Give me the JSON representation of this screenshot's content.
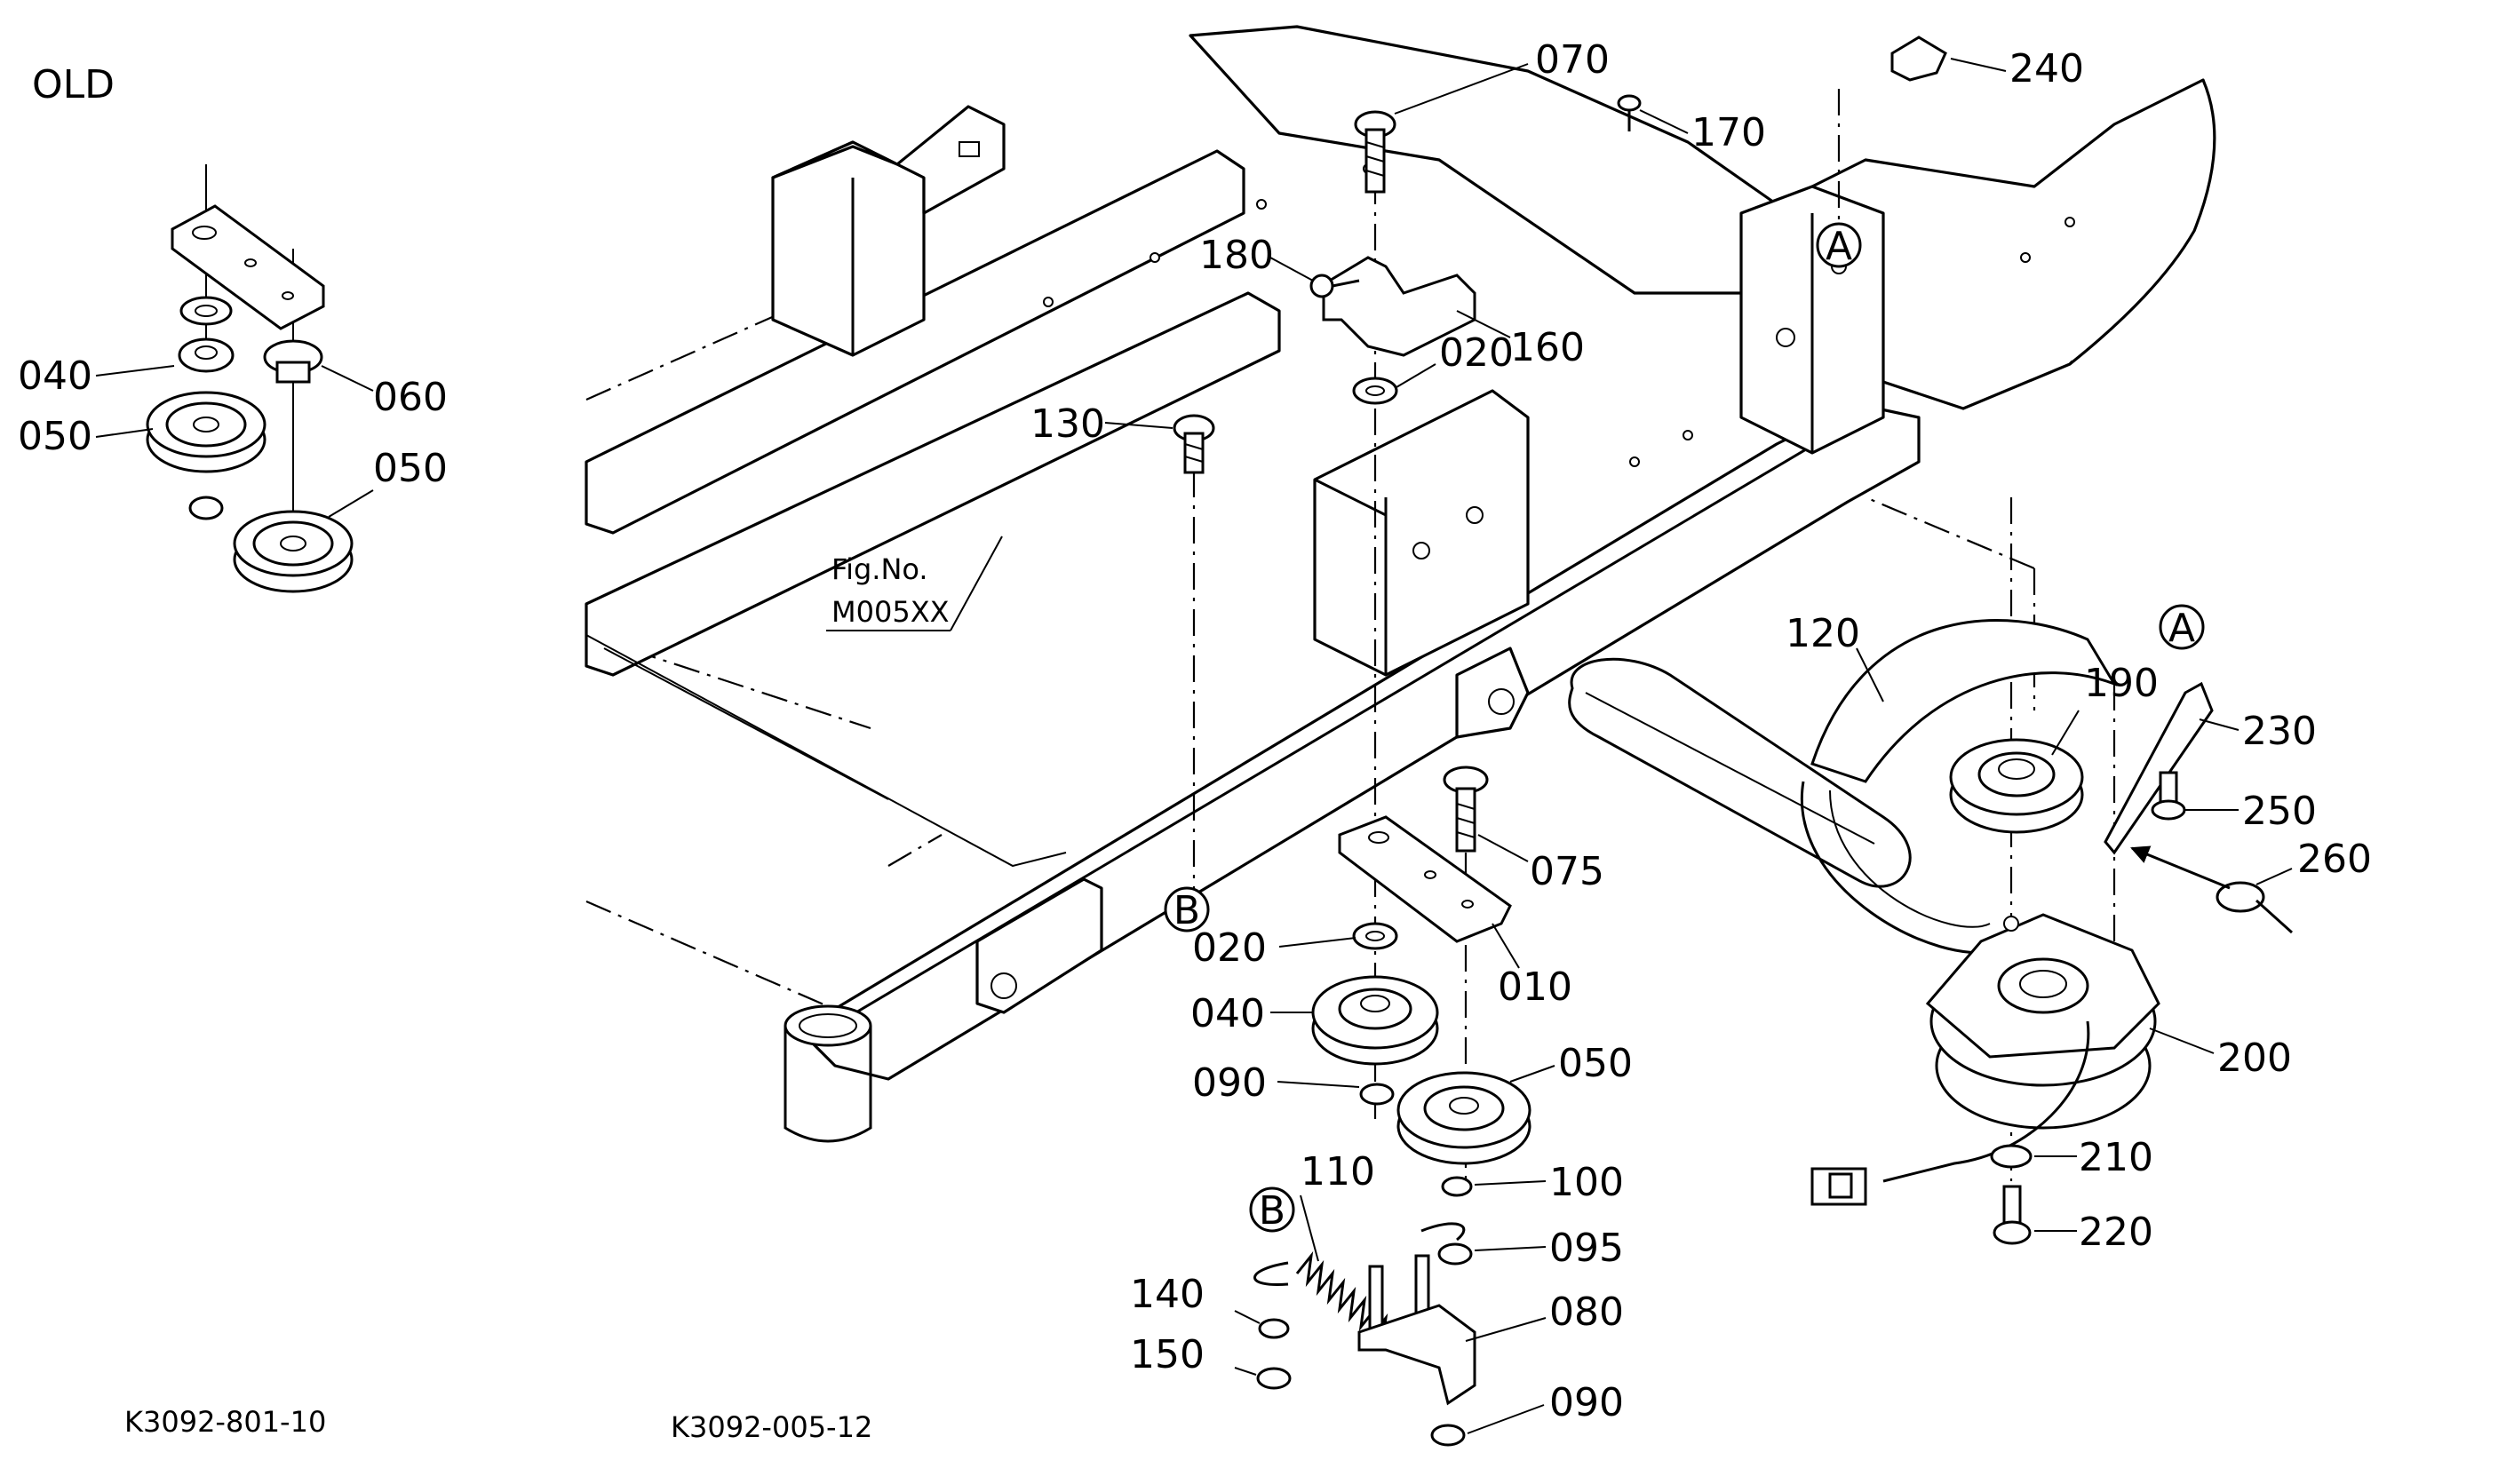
{
  "variant_label": "OLD",
  "figure_codes": {
    "old": "K3092-801-10",
    "main": "K3092-005-12"
  },
  "figure_ref": {
    "line1": "Fig.No.",
    "line2": "M005XX"
  },
  "marks": {
    "a1": "A",
    "a2": "A",
    "b1": "B",
    "b2": "B"
  },
  "old_parts": {
    "p040": "040",
    "p050a": "050",
    "p060": "060",
    "p050b": "050"
  },
  "parts": {
    "p070": "070",
    "p170": "170",
    "p240": "240",
    "p180": "180",
    "p160": "160",
    "p020a": "020",
    "p130": "130",
    "p120": "120",
    "p190": "190",
    "p230": "230",
    "p250": "250",
    "p260": "260",
    "p075": "075",
    "p020b": "020",
    "p010": "010",
    "p040": "040",
    "p050": "050",
    "p090a": "090",
    "p200": "200",
    "p110": "110",
    "p100": "100",
    "p210": "210",
    "p095": "095",
    "p220": "220",
    "p140": "140",
    "p080": "080",
    "p150": "150",
    "p090b": "090"
  }
}
